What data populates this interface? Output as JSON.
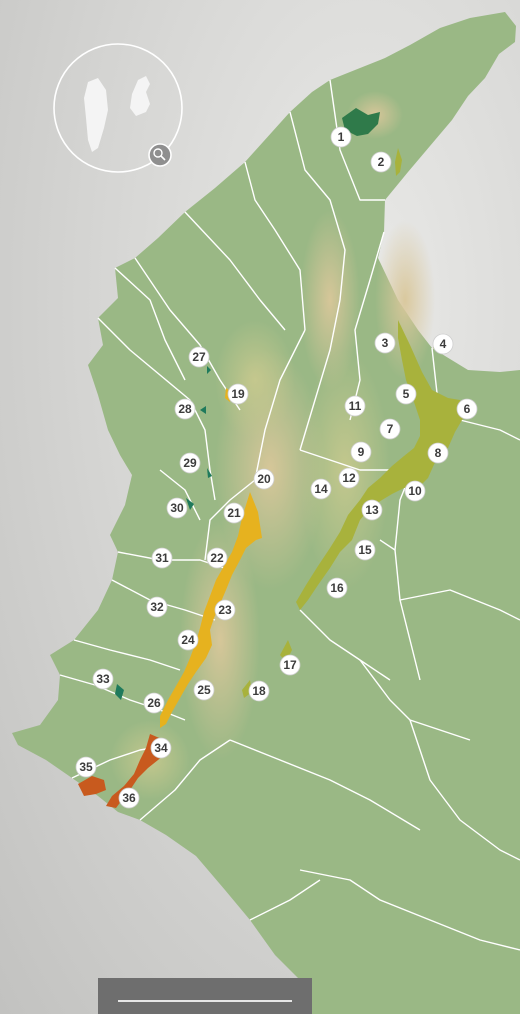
{
  "map": {
    "colors": {
      "land": "#9ab885",
      "highland": "#d9c79a",
      "border": "#ffffff",
      "caribbean_region": "#2f7a4a",
      "eastern_range": "#a8b23c",
      "central_range": "#e6b21f",
      "southern_range": "#c85a1e",
      "pacific_western": "#1f7a5c"
    },
    "inset": {
      "icon": "magnifier-icon"
    },
    "markers": [
      {
        "label": "1",
        "group": "caribbean_region"
      },
      {
        "label": "2",
        "group": "eastern_range"
      },
      {
        "label": "3",
        "group": "eastern_range"
      },
      {
        "label": "4",
        "group": "eastern_range"
      },
      {
        "label": "5",
        "group": "eastern_range"
      },
      {
        "label": "6",
        "group": "eastern_range"
      },
      {
        "label": "7",
        "group": "eastern_range"
      },
      {
        "label": "8",
        "group": "eastern_range"
      },
      {
        "label": "9",
        "group": "eastern_range"
      },
      {
        "label": "10",
        "group": "eastern_range"
      },
      {
        "label": "11",
        "group": "eastern_range"
      },
      {
        "label": "12",
        "group": "eastern_range"
      },
      {
        "label": "13",
        "group": "eastern_range"
      },
      {
        "label": "14",
        "group": "eastern_range"
      },
      {
        "label": "15",
        "group": "eastern_range"
      },
      {
        "label": "16",
        "group": "eastern_range"
      },
      {
        "label": "17",
        "group": "eastern_range"
      },
      {
        "label": "18",
        "group": "eastern_range"
      },
      {
        "label": "19",
        "group": "central_range"
      },
      {
        "label": "20",
        "group": "central_range"
      },
      {
        "label": "21",
        "group": "central_range"
      },
      {
        "label": "22",
        "group": "central_range"
      },
      {
        "label": "23",
        "group": "central_range"
      },
      {
        "label": "24",
        "group": "central_range"
      },
      {
        "label": "25",
        "group": "central_range"
      },
      {
        "label": "26",
        "group": "central_range"
      },
      {
        "label": "27",
        "group": "pacific_western"
      },
      {
        "label": "28",
        "group": "pacific_western"
      },
      {
        "label": "29",
        "group": "pacific_western"
      },
      {
        "label": "30",
        "group": "pacific_western"
      },
      {
        "label": "31",
        "group": "pacific_western"
      },
      {
        "label": "32",
        "group": "pacific_western"
      },
      {
        "label": "33",
        "group": "pacific_western"
      },
      {
        "label": "34",
        "group": "southern_range"
      },
      {
        "label": "35",
        "group": "southern_range"
      },
      {
        "label": "36",
        "group": "southern_range"
      }
    ]
  }
}
